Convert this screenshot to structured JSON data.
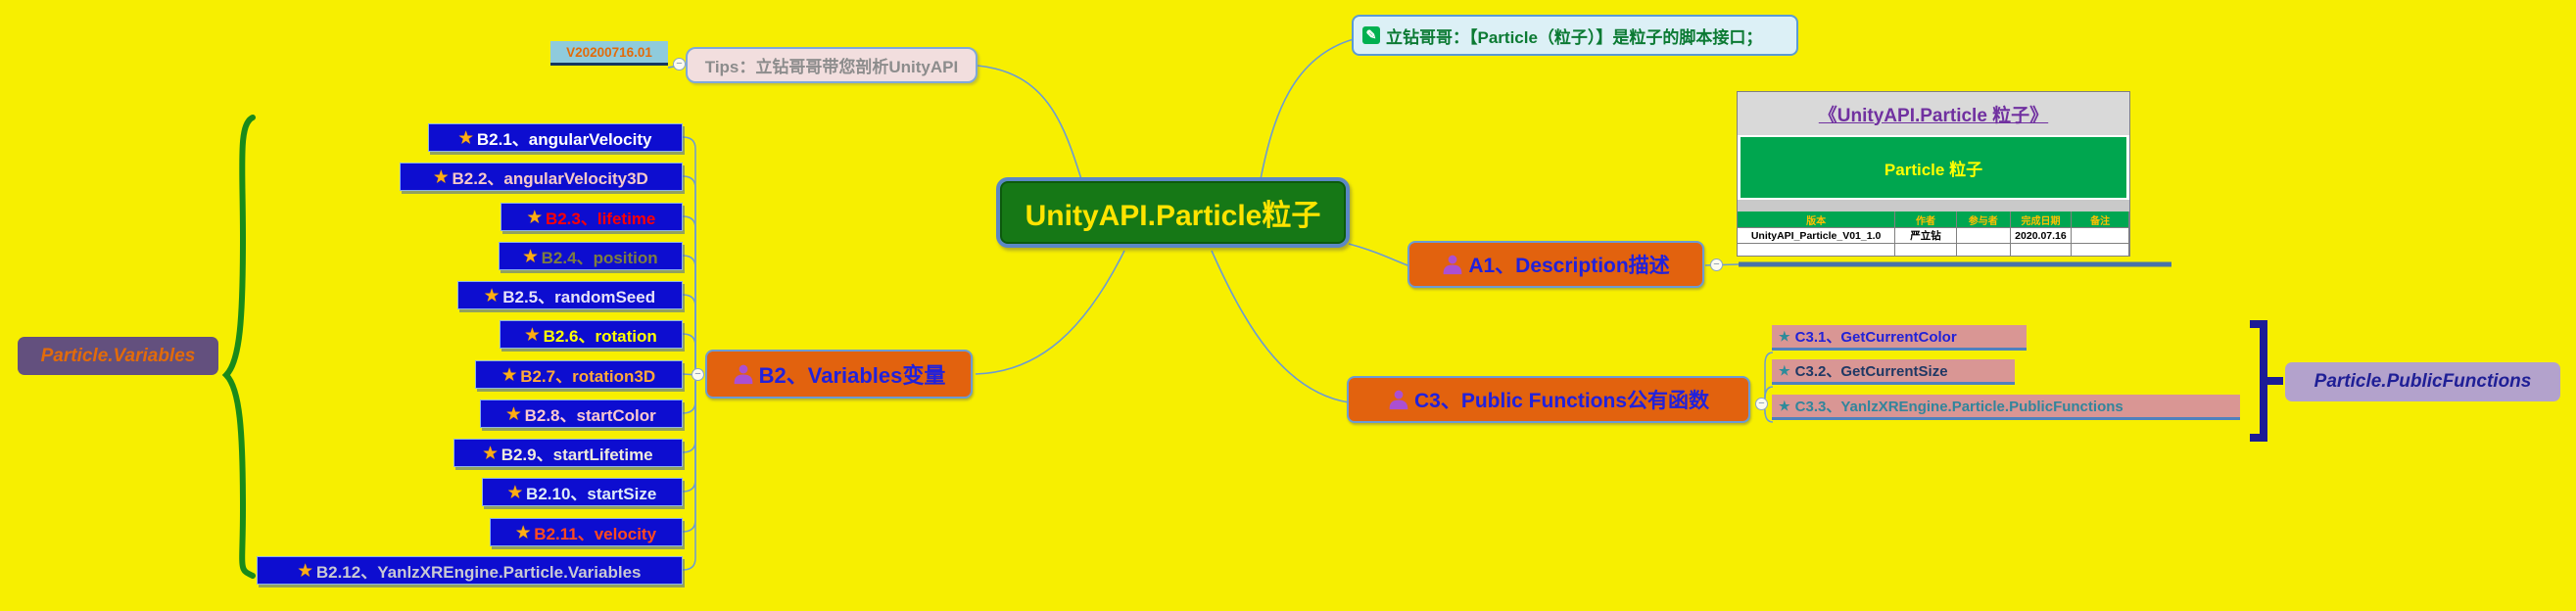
{
  "palette": {
    "background": "#F7EF00",
    "branch_line": "#6C9BD2",
    "node_orange": "#E2620E",
    "node_blue": "#0D0DD0",
    "center_green": "#167816",
    "brace_green": "#1A8A1A",
    "bracket_navy": "#1C1C96",
    "table_green": "#00A64F"
  },
  "version_badge": {
    "label": "V20200716.01"
  },
  "tips_node": {
    "label": "Tips：立钻哥哥带您剖析UnityAPI"
  },
  "note_node": {
    "text": "立钻哥哥：【Particle（粒子）】是粒子的脚本接口；"
  },
  "center_node": {
    "label": "UnityAPI.Particle粒子"
  },
  "a1_node": {
    "label": "A1、Description描述"
  },
  "b2_node": {
    "label": "B2、Variables变量"
  },
  "c3_node": {
    "label": "C3、Public Functions公有函数"
  },
  "summary_labels": {
    "variables": "Particle.Variables",
    "public_functions": "Particle.PublicFunctions"
  },
  "detail_table": {
    "title": "《UnityAPI.Particle 粒子》",
    "banner": "Particle 粒子",
    "headers": [
      "版本",
      "作者",
      "参与者",
      "完成日期",
      "备注"
    ],
    "rows": [
      [
        "UnityAPI_Particle_V01_1.0",
        "严立钻",
        "",
        "2020.07.16",
        ""
      ],
      [
        "",
        "",
        "",
        "",
        ""
      ]
    ]
  },
  "variables_items": [
    {
      "label": "B2.1、angularVelocity",
      "color": "#FFFFFF"
    },
    {
      "label": "B2.2、angularVelocity3D",
      "color": "#F6C9C9"
    },
    {
      "label": "B2.3、lifetime",
      "color": "#FF0000"
    },
    {
      "label": "B2.4、position",
      "color": "#7E7E3F"
    },
    {
      "label": "B2.5、randomSeed",
      "color": "#E6E2F8"
    },
    {
      "label": "B2.6、rotation",
      "color": "#FFFF00"
    },
    {
      "label": "B2.7、rotation3D",
      "color": "#FFA93B"
    },
    {
      "label": "B2.8、startColor",
      "color": "#FBC9CF"
    },
    {
      "label": "B2.9、startLifetime",
      "color": "#EFEBDD"
    },
    {
      "label": "B2.10、startSize",
      "color": "#DEEBF7"
    },
    {
      "label": "B2.11、velocity",
      "color": "#FF4A1D"
    },
    {
      "label": "B2.12、YanlzXREngine.Particle.Variables",
      "color": "#C9C9D4"
    }
  ],
  "public_function_items": [
    {
      "label": "C3.1、GetCurrentColor",
      "color": "#2121D8"
    },
    {
      "label": "C3.2、GetCurrentSize",
      "color": "#1F3864"
    },
    {
      "label": "C3.3、YanlzXREngine.Particle.PublicFunctions",
      "color": "#31859C"
    }
  ],
  "icons": {
    "star": "★",
    "minus": "−",
    "pencil": "✎"
  }
}
